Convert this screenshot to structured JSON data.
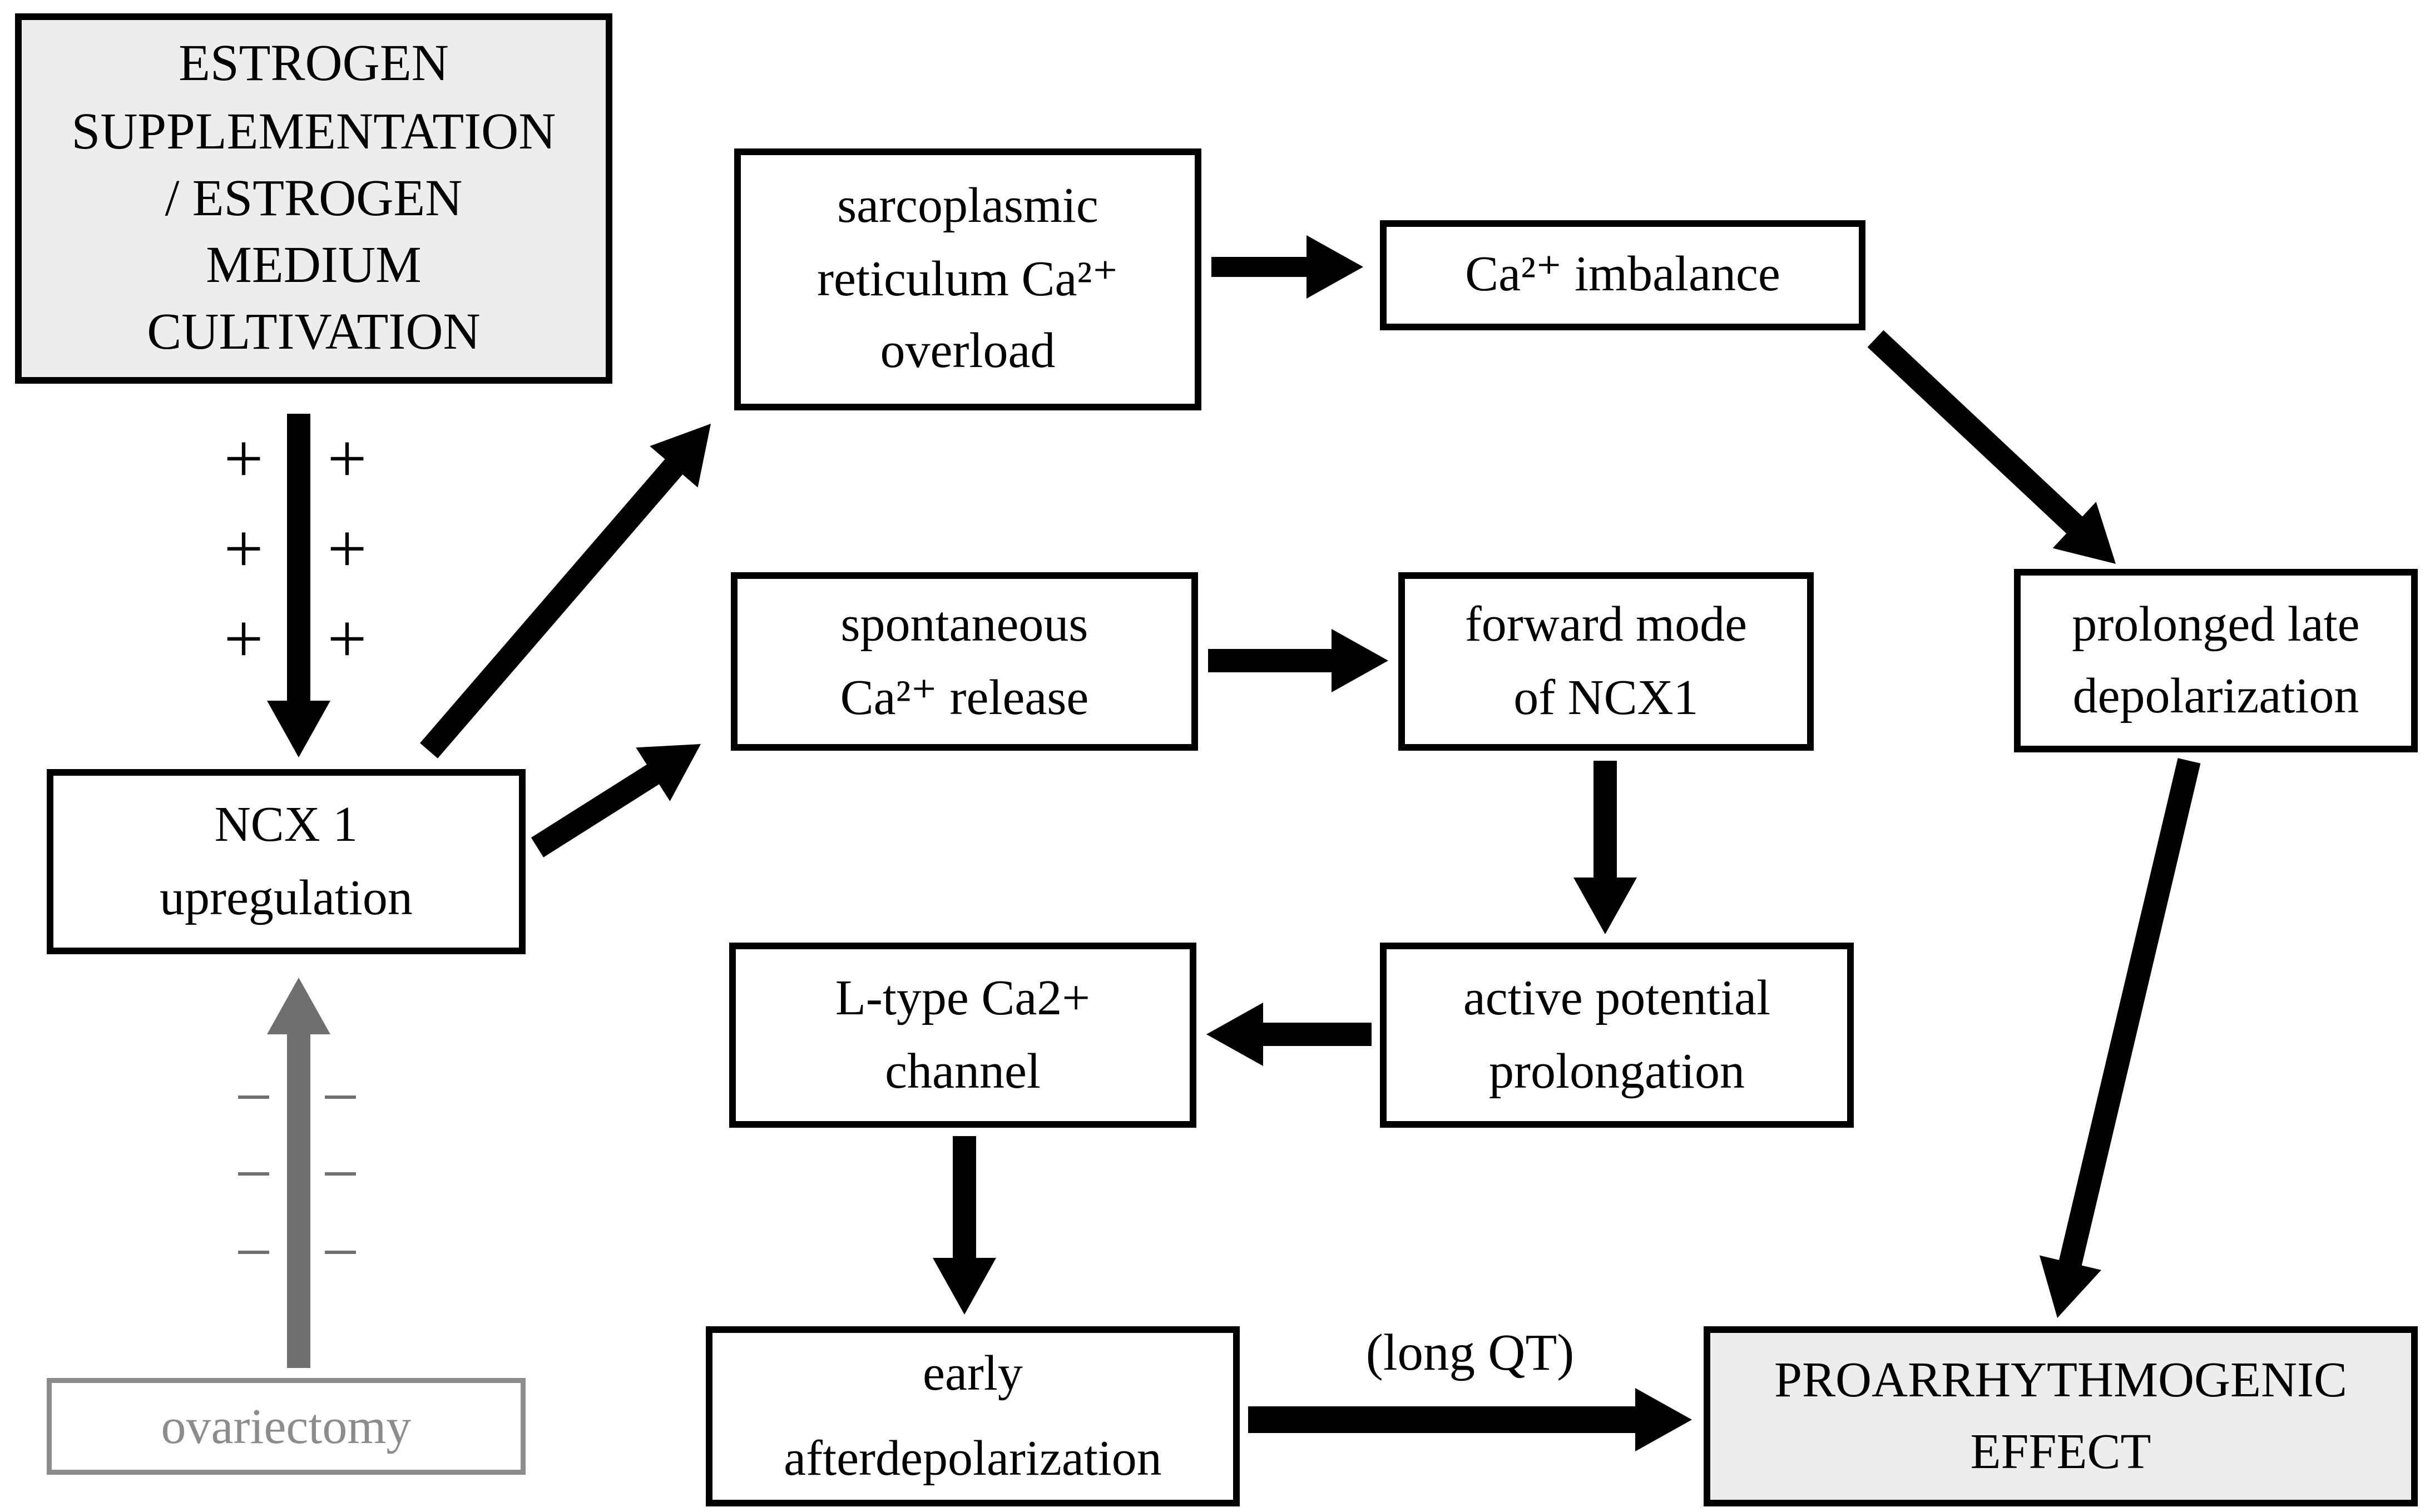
{
  "nodes": {
    "estrogen": {
      "label": "ESTROGEN\nSUPPLEMENTATION\n/ ESTROGEN\nMEDIUM\nCULTIVATION"
    },
    "sarcoplasmic": {
      "label": "sarcoplasmic\nreticulum Ca²⁺\noverload"
    },
    "ca_imbalance": {
      "label": "Ca²⁺ imbalance"
    },
    "prolonged": {
      "label": "prolonged late\ndepolarization"
    },
    "spontaneous": {
      "label": "spontaneous\nCa²⁺ release"
    },
    "forward_mode": {
      "label": "forward mode\nof NCX1"
    },
    "ncx1": {
      "label": "NCX 1\nupregulation"
    },
    "ltype": {
      "label": "L-type Ca2+\nchannel"
    },
    "active_potential": {
      "label": "active potential\nprolongation"
    },
    "early_after": {
      "label": "early\nafterdepolarization"
    },
    "proarrhythmogenic": {
      "label": "PROARRHYTHMOGENIC\nEFFECT"
    },
    "ovariectomy": {
      "label": "ovariectomy"
    }
  },
  "annotations": {
    "long_qt": "(long QT)",
    "plus": "+",
    "minus": "−"
  },
  "colors": {
    "box_border_black": "#000000",
    "box_fill_white": "#ffffff",
    "box_fill_gray": "#ededed",
    "arrow_black": "#000000",
    "arrow_gray": "#6f6f6f",
    "ovariectomy_gray": "#8c8c8c"
  }
}
